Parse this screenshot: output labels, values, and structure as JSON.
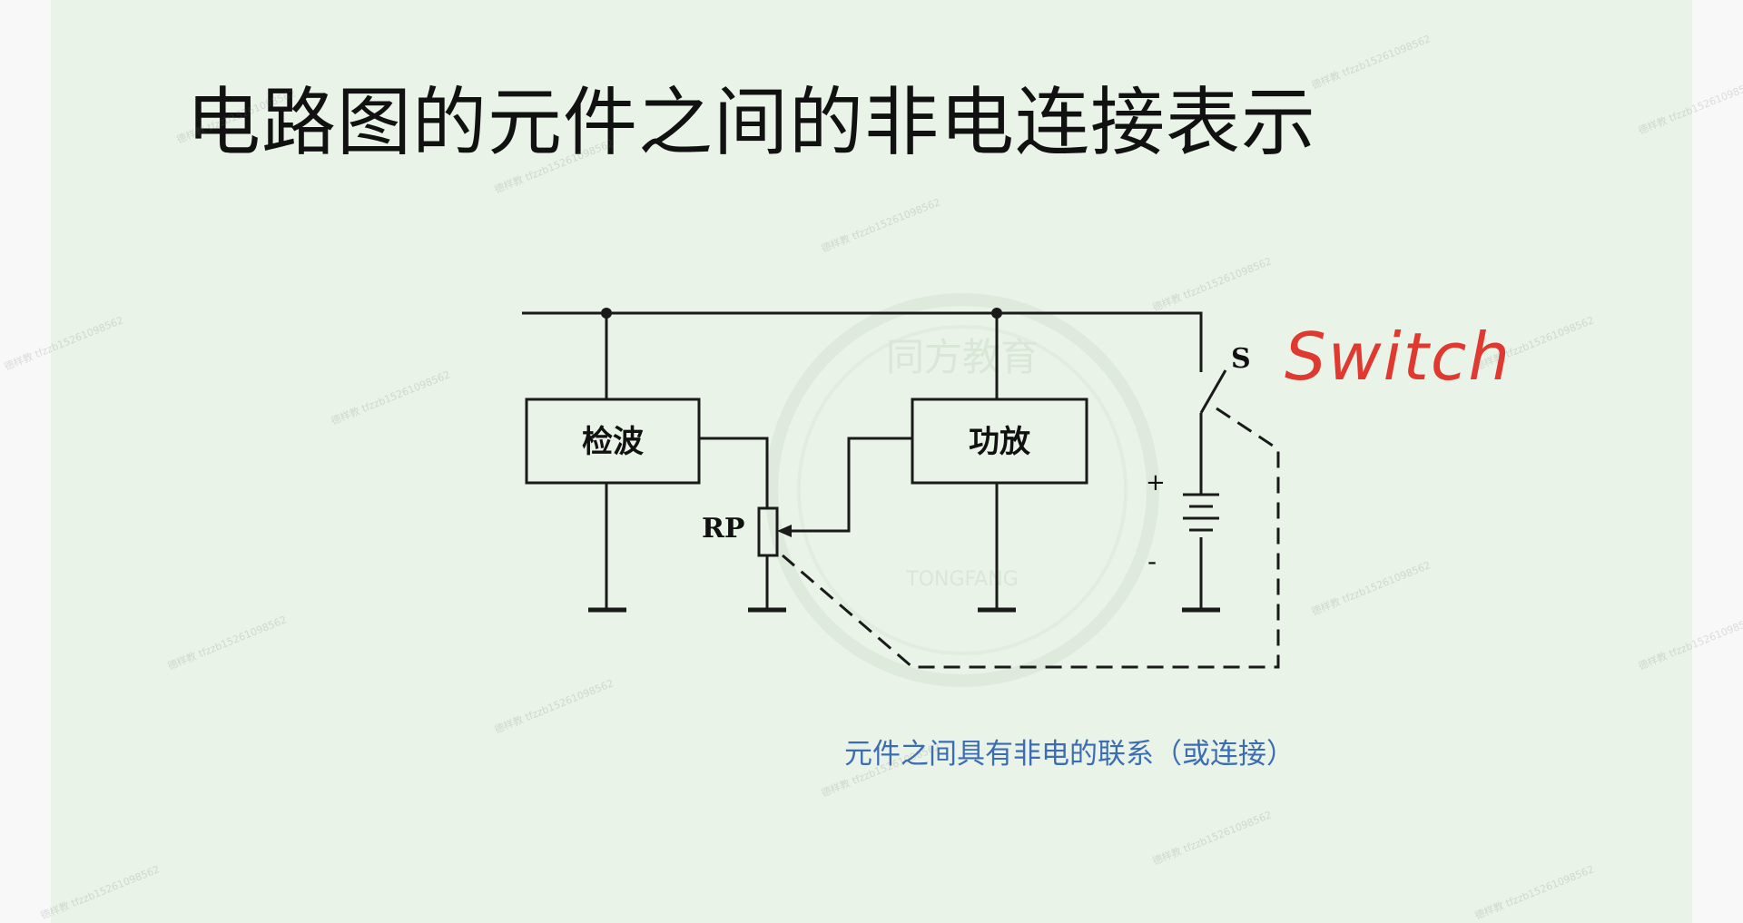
{
  "slide": {
    "title": "电路图的元件之间的非电连接表示",
    "caption": "元件之间具有非电的联系（或连接）"
  },
  "diagram": {
    "blocks": {
      "detector": "检波",
      "amplifier": "功放"
    },
    "potentiometer_label": "RP",
    "switch_label": "S",
    "battery_plus": "+",
    "battery_minus": "-",
    "handwritten_note": "Switch"
  },
  "logo": {
    "cn": "同方教育",
    "en": "TONGFANG"
  },
  "watermark_text": "德样教 tfzzb15261098562",
  "colors": {
    "background": "#e9f3e8",
    "line": "#1a1a1a",
    "handwriting": "#e0392f",
    "caption": "#3c6db3"
  }
}
